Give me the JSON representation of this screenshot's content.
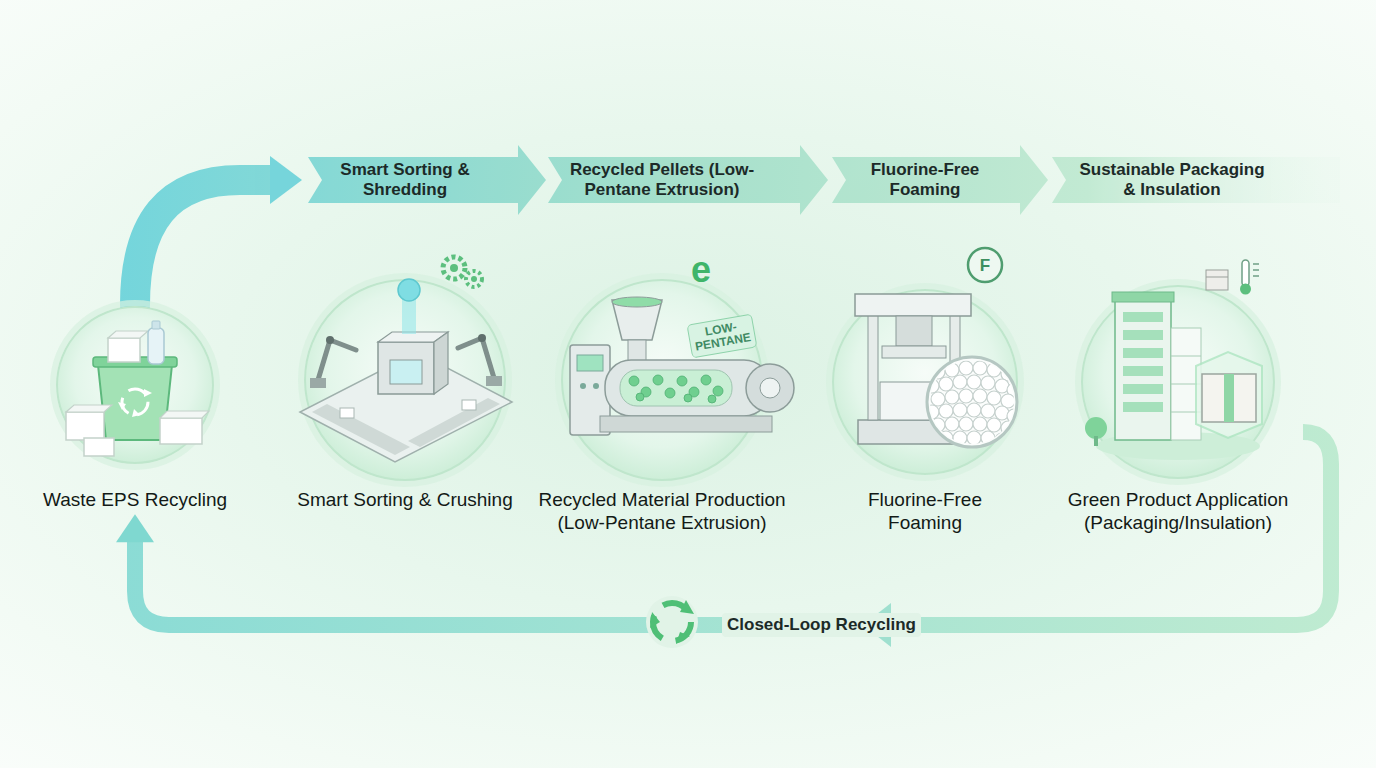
{
  "diagram": {
    "nodes": [
      {
        "text": [
          "Waste EPS Recycling"
        ]
      },
      {
        "text": [
          "Smart Sorting & Crushing"
        ]
      },
      {
        "text": [
          "Recycled Material Production (Low-Pentane Extrusion)"
        ]
      },
      {
        "text": [
          "Fluorine-Free Foaming"
        ]
      },
      {
        "text": [
          "Green Product Application (Packaging/Insulation)"
        ]
      }
    ],
    "edges": [
      {
        "from": 4,
        "to": 0,
        "arrow": "to",
        "label": "Closed-Loop Recycling"
      }
    ],
    "labels": [
      "Smart Sorting & Shredding",
      "Recycled Pellets (Low-Pentane Extrusion)",
      "Fluorine-Free Foaming",
      "Sustainable Packaging & Insulation",
      "LOW- PENTANE",
      "e",
      "F"
    ]
  }
}
